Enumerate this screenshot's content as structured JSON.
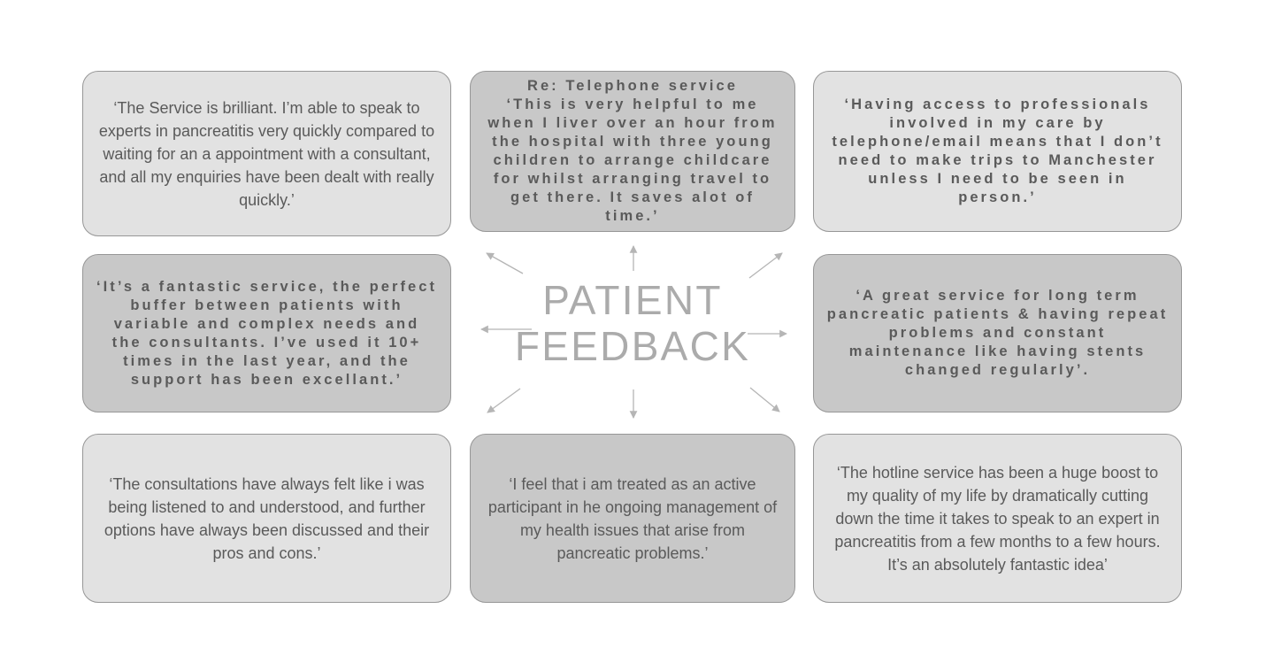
{
  "title": {
    "line1": "PATIENT",
    "line2": "FEEDBACK"
  },
  "colors": {
    "box_light": "#e2e2e2",
    "box_dark": "#c8c8c8",
    "box_border": "#979797",
    "quote_text": "#5a5a5a",
    "title_text": "#ababab",
    "arrow": "#b5b5b5",
    "background": "#ffffff"
  },
  "quotes": [
    {
      "position": "top-left",
      "variant": "light",
      "spaced": false,
      "heading": "",
      "text": "‘The Service is brilliant. I’m able to speak to experts in pancreatitis very quickly compared to waiting for an a appointment with a consultant, and all my enquiries have been dealt with really quickly.’"
    },
    {
      "position": "top-center",
      "variant": "dark",
      "spaced": true,
      "heading": "Re: Telephone service",
      "text": "‘This is very helpful to me when I liver over an hour from the hospital with three young children to arrange childcare for whilst arranging travel to get there. It saves alot of time.’"
    },
    {
      "position": "top-right",
      "variant": "light",
      "spaced": true,
      "heading": "",
      "text": "‘Having access to professionals involved in my care by telephone/email means that I don’t need to make trips to Manchester unless I need to be seen in person.’"
    },
    {
      "position": "middle-left",
      "variant": "dark",
      "spaced": true,
      "heading": "",
      "text": "‘It’s a fantastic service, the perfect buffer between patients with variable and complex needs and the consultants. I’ve used it 10+ times in the last year, and the support has been excellant.’"
    },
    {
      "position": "middle-right",
      "variant": "dark",
      "spaced": true,
      "heading": "",
      "text": "‘A great service for long term pancreatic patients & having repeat problems and constant maintenance like having stents changed regularly’."
    },
    {
      "position": "bottom-left",
      "variant": "light",
      "spaced": false,
      "heading": "",
      "text": "‘The consultations have always felt like i was being listened to and understood, and further options have always been discussed and their pros and cons.’"
    },
    {
      "position": "bottom-center",
      "variant": "dark",
      "spaced": false,
      "heading": "",
      "text": "‘I feel that i am treated as an active participant in he ongoing management of my health issues that arise from pancreatic problems.’"
    },
    {
      "position": "bottom-right",
      "variant": "light",
      "spaced": false,
      "heading": "",
      "text": "‘The hotline service has been a huge boost to my quality of my life by dramatically cutting down the time it takes to speak to an expert in pancreatitis from a few months to a few hours. It’s an absolutely fantastic idea’"
    }
  ],
  "arrows": [
    "up",
    "up-left",
    "up-right",
    "left",
    "right",
    "down-left",
    "down",
    "down-right"
  ]
}
